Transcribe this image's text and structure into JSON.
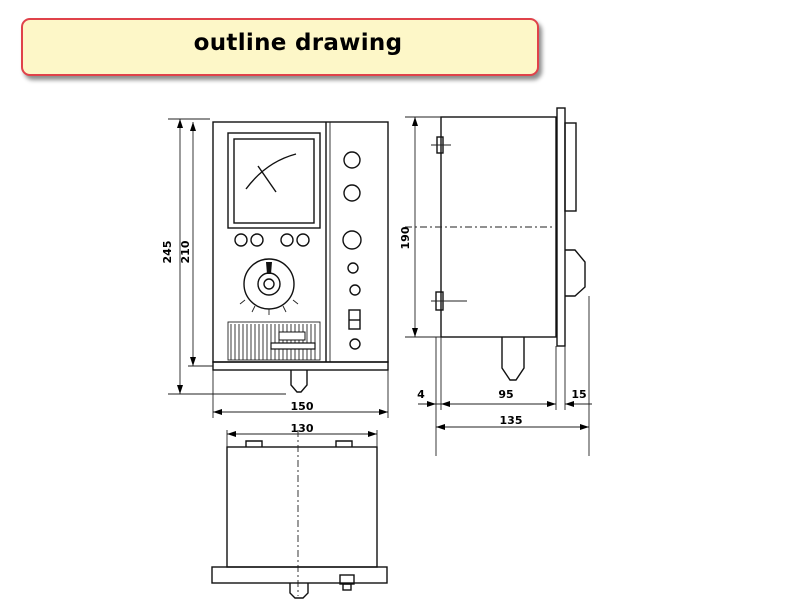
{
  "title": "outline drawing",
  "dimensions": {
    "front_height_outer": "245",
    "front_height_inner": "210",
    "front_width": "150",
    "bottom_width": "130",
    "side_height": "190",
    "side_left_gap": "4",
    "side_depth": "95",
    "side_flange": "15",
    "side_total_depth": "135"
  }
}
